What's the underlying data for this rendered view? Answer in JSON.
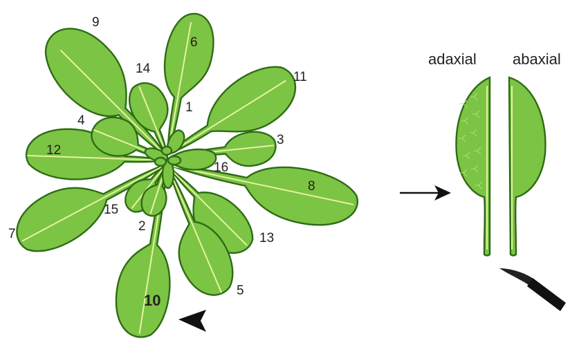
{
  "leaf_labels": {
    "l1": "1",
    "l2": "2",
    "l3": "3",
    "l4": "4",
    "l5": "5",
    "l6": "6",
    "l7": "7",
    "l8": "8",
    "l9": "9",
    "l10": "10",
    "l11": "11",
    "l12": "12",
    "l13": "13",
    "l14": "14",
    "l15": "15",
    "l16": "16"
  },
  "dissection": {
    "adaxial_label": "adaxial",
    "abaxial_label": "abaxial"
  },
  "colors": {
    "leaf_fill": "#7cc443",
    "leaf_outline": "#2e6b16",
    "vein": "#e6f2a6",
    "ink": "#222222"
  },
  "icons": [
    "arrowhead-pointer-icon",
    "right-arrow-icon",
    "scalpel-icon"
  ]
}
